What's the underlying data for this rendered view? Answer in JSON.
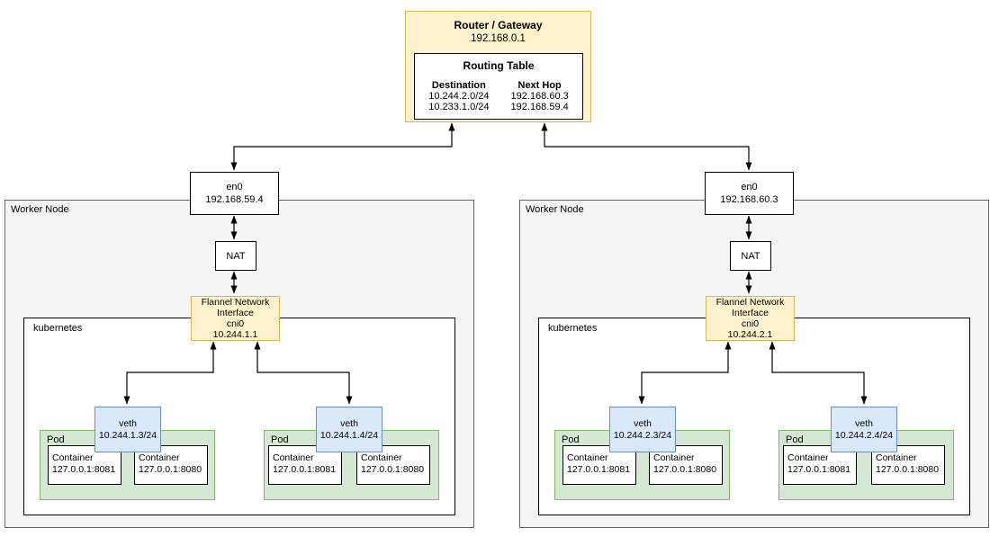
{
  "diagram": {
    "router": {
      "title": "Router / Gateway",
      "ip": "192.168.0.1",
      "routing_table": {
        "title": "Routing Table",
        "col1_header": "Destination",
        "col2_header": "Next Hop",
        "col1_rows": [
          "10.244.2.0/24",
          "10.233.1.0/24"
        ],
        "col2_rows": [
          "192.168.60.3",
          "192.168.59.4"
        ]
      }
    },
    "nodes": [
      {
        "label": "Worker Node",
        "en0": {
          "name": "en0",
          "ip": "192.168.59.4"
        },
        "nat_label": "NAT",
        "flannel": {
          "title_line1": "Flannel Network",
          "title_line2": "Interface",
          "interface": "cni0",
          "ip": "10.244.1.1"
        },
        "kubernetes_label": "kubernetes",
        "pods": [
          {
            "label": "Pod",
            "veth": {
              "name": "veth",
              "ip": "10.244.1.3/24"
            },
            "containers": [
              {
                "label": "Container",
                "address": "127.0.0.1:8081"
              },
              {
                "label": "Container",
                "address": "127.0.0.1:8080"
              }
            ]
          },
          {
            "label": "Pod",
            "veth": {
              "name": "veth",
              "ip": "10.244.1.4/24"
            },
            "containers": [
              {
                "label": "Container",
                "address": "127.0.0.1:8081"
              },
              {
                "label": "Container",
                "address": "127.0.0.1:8080"
              }
            ]
          }
        ]
      },
      {
        "label": "Worker Node",
        "en0": {
          "name": "en0",
          "ip": "192.168.60.3"
        },
        "nat_label": "NAT",
        "flannel": {
          "title_line1": "Flannel Network",
          "title_line2": "Interface",
          "interface": "cni0",
          "ip": "10.244.2.1"
        },
        "kubernetes_label": "kubernetes",
        "pods": [
          {
            "label": "Pod",
            "veth": {
              "name": "veth",
              "ip": "10.244.2.3/24"
            },
            "containers": [
              {
                "label": "Container",
                "address": "127.0.0.1:8081"
              },
              {
                "label": "Container",
                "address": "127.0.0.1:8080"
              }
            ]
          },
          {
            "label": "Pod",
            "veth": {
              "name": "veth",
              "ip": "10.244.2.4/24"
            },
            "containers": [
              {
                "label": "Container",
                "address": "127.0.0.1:8081"
              },
              {
                "label": "Container",
                "address": "127.0.0.1:8080"
              }
            ]
          }
        ]
      }
    ],
    "colors": {
      "yellow_fill": "#FFF2CC",
      "yellow_border": "#D6B656",
      "blue_fill": "#DAE8FC",
      "blue_border": "#6C8EBF",
      "green_fill": "#D5E8D4",
      "green_border": "#82B366",
      "node_fill": "#F5F5F5",
      "node_border": "#666666",
      "connector": "#000000"
    }
  }
}
